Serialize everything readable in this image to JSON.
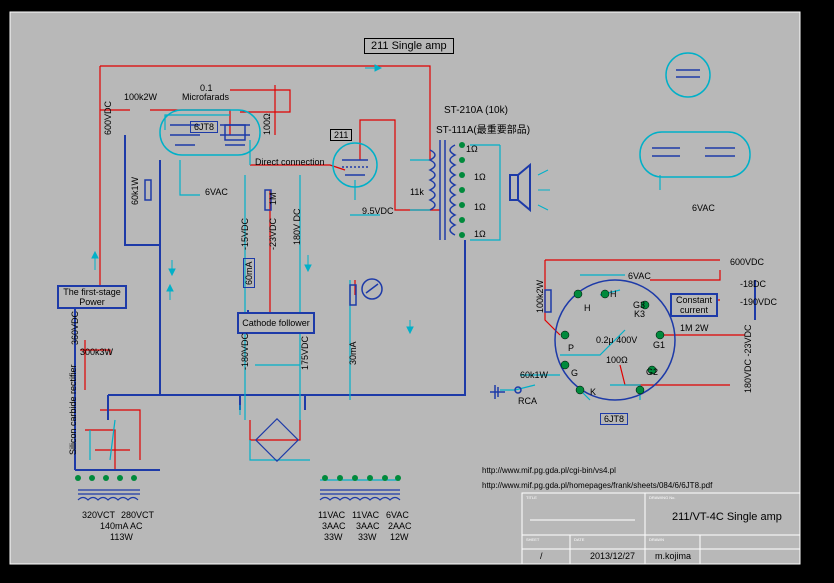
{
  "title": "211 Single amp",
  "labels": {
    "st210a": "ST-210A (10k)",
    "st111a": "ST-111A(最重要部品)",
    "r100k": "100k2W",
    "cap01": "0.1",
    "microfarads": "Microfarads",
    "tube_6jt8": "6JT8",
    "r100ohm": "100Ω",
    "tube_211": "211",
    "direct_connection": "Direct connection",
    "r600vdc": "600VDC",
    "r60k": "60k1W",
    "v6vac_a": "6VAC",
    "v_neg15": "-15VDC",
    "v_neg23": "-23VDC",
    "v180dc": "180V DC",
    "r1m": "1M",
    "v95vdc": "9.5VDC",
    "v11k": "11k",
    "ohm1_a": "1Ω",
    "ohm1_b": "1Ω",
    "ohm1_c": "1Ω",
    "ohm1_d": "1Ω",
    "ma60": "60mA",
    "ma30": "30mA",
    "first_stage": "The first-stage Power",
    "cathode_follower": "Cathode follower",
    "v360": "360VDC",
    "r300k": "300k3W",
    "silicon": "Silicon carbide rectifier",
    "v_neg180": "-180VDC",
    "v175": "175VDC",
    "rca": "RCA",
    "tube_6jt8_b": "6JT8",
    "v600vdc_b": "600VDC",
    "v18dc": "-18DC",
    "v190vdc": "-190VDC",
    "v180vdc_neg23": "180VDC -23VDC",
    "constant_current": "Constant current",
    "r100k2w_b": "100k2W",
    "r1m2w": "1M 2W",
    "cap02": "0.2μ 400V",
    "r100_b": "100Ω",
    "r60k1w_b": "60k1W",
    "v6vac_b": "6VAC",
    "v6vac_c": "6VAC",
    "pin_h1": "H",
    "pin_h2": "H",
    "pin_g3": "G3",
    "pin_k3": "K3",
    "pin_p": "P",
    "pin_g1": "G1",
    "pin_g2": "G2",
    "pin_g": "G",
    "pin_k": "K",
    "url1": "http://www.mif.pg.gda.pl/cgi-bin/vs4.pl",
    "url2": "http://www.mif.pg.gda.pl/homepages/frank/sheets/084/6/6JT8.pdf",
    "tr_320": "320VCT",
    "tr_280": "280VCT",
    "tr_140": "140mA AC",
    "tr_113": "113W",
    "tr_11vac_a": "11VAC",
    "tr_3aac_a": "3AAC",
    "tr_33w_a": "33W",
    "tr_11vac_b": "11VAC",
    "tr_3aac_b": "3AAC",
    "tr_33w_b": "33W",
    "tr_6vac": "6VAC",
    "tr_2aac": "2AAC",
    "tr_12w": "12W"
  },
  "titleblock": {
    "title_hdr": "TITLE",
    "drawing_hdr": "DRAWING No.",
    "sheet_hdr": "SHEET",
    "date_hdr": "DATE",
    "drawn_hdr": "DRAWN",
    "drawing_title": "211/VT-4C Single amp",
    "sheet": "/",
    "date": "2013/12/27",
    "drawn_by": "m.kojima"
  },
  "colors": {
    "background": "#b8b8b8",
    "wire_red": "#e00000",
    "wire_blue": "#1d3aa8",
    "wire_cyan": "#00b0c8",
    "component_green": "#008a3c"
  }
}
